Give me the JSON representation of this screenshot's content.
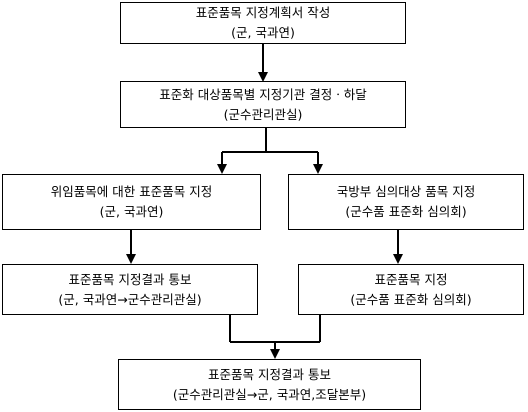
{
  "boxes": {
    "step1": {
      "line1": "표준품목 지정계획서 작성",
      "line2": "(군, 국과연)"
    },
    "step2": {
      "line1": "표준화 대상품목별 지정기관 결정ㆍ하달",
      "line2": "(군수관리관실)"
    },
    "left1": {
      "line1": "위임품목에 대한 표준품목 지정",
      "line2": "(군, 국과연)"
    },
    "right1": {
      "line1": "국방부 심의대상 품목 지정",
      "line2": "(군수품 표준화 심의회)"
    },
    "left2": {
      "line1": "표준품목 지정결과 통보",
      "line2": "(군, 국과연→군수관리관실)"
    },
    "right2": {
      "line1": "표준품목 지정",
      "line2": "(군수품 표준화 심의회)"
    },
    "final": {
      "line1": "표준품목 지정결과 통보",
      "line2": "(군수관리관실→군, 국과연,조달본부)"
    }
  }
}
